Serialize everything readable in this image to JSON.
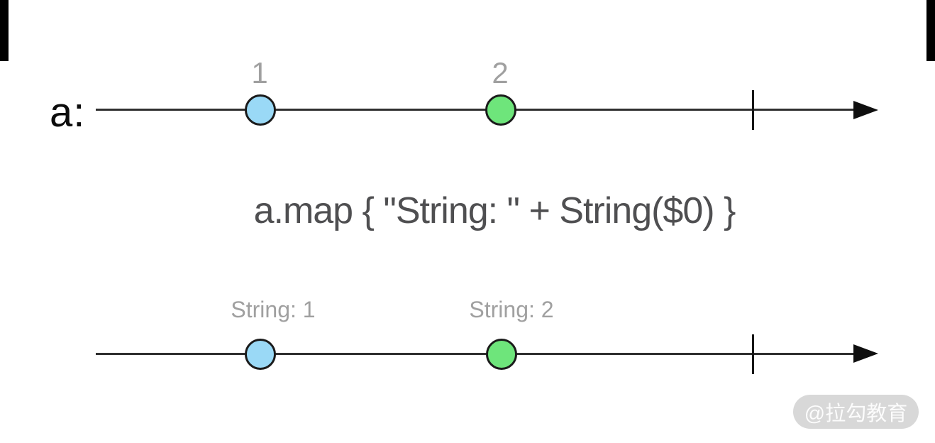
{
  "diagram": {
    "source_stream": {
      "name": "a:",
      "events": [
        {
          "label": "1",
          "color": "#9ad9f6"
        },
        {
          "label": "2",
          "color": "#6ee57b"
        }
      ]
    },
    "operator": {
      "expression": "a.map { \"String: \" + String($0) }"
    },
    "result_stream": {
      "events": [
        {
          "label": "String: 1",
          "color": "#9ad9f6"
        },
        {
          "label": "String: 2",
          "color": "#6ee57b"
        }
      ]
    }
  },
  "watermark": {
    "text": "@拉勾教育"
  },
  "colors": {
    "timeline_line": "#2f2f2f",
    "event_border": "#1b1b1b",
    "event_blue": "#9ad9f6",
    "event_green": "#6ee57b",
    "label_gray": "#a0a0a0",
    "code_text": "#4f4f51",
    "stream_name_text": "#0c0c0c",
    "watermark_bg": "#d8d8d8",
    "watermark_text": "#fcfcfc"
  }
}
